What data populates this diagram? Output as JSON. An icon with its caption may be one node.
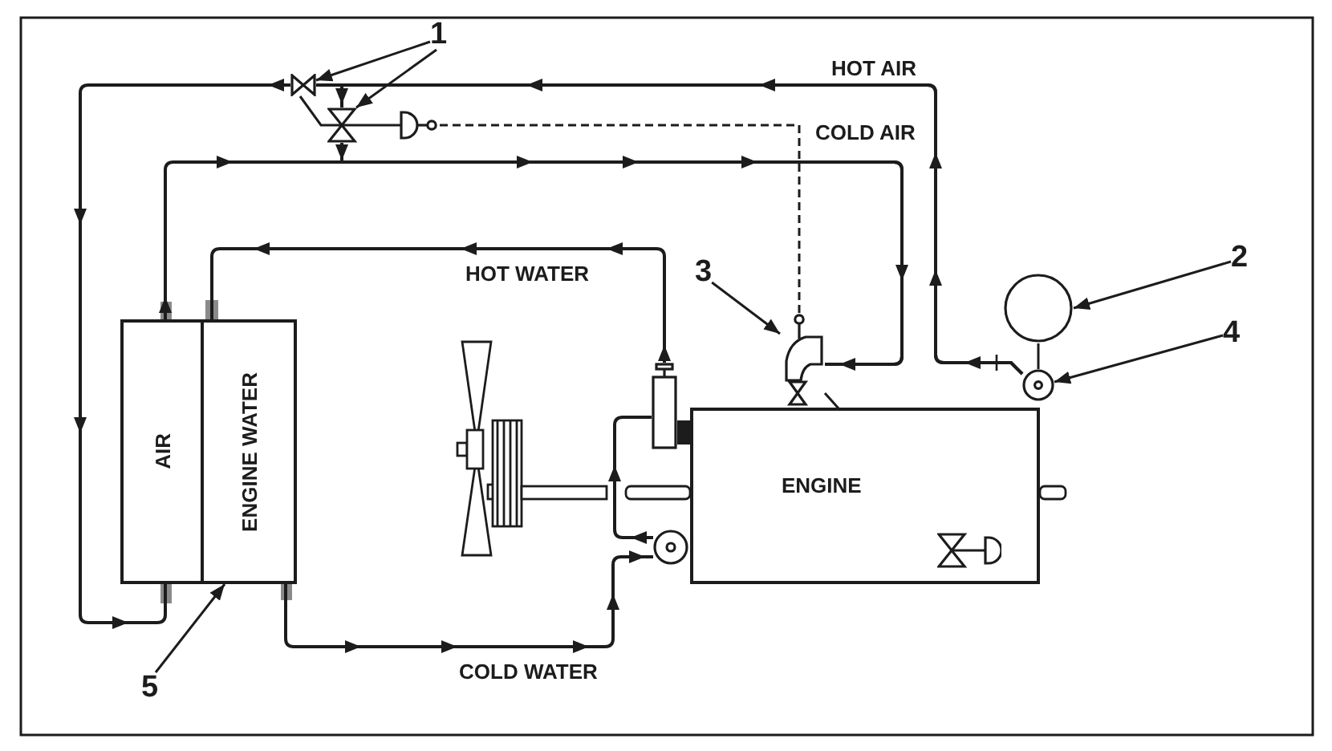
{
  "diagram": {
    "nodes": [
      {
        "text": [
          "1"
        ]
      },
      {
        "text": [],
        "shape": "valve"
      },
      {
        "text": [],
        "shape": "valve"
      },
      {
        "text": [
          "2"
        ]
      },
      {
        "text": [],
        "shape": "circle"
      },
      {
        "text": [
          "3"
        ]
      },
      {
        "text": [],
        "shape": "picture"
      },
      {
        "text": [
          "4"
        ]
      },
      {
        "text": [],
        "shape": "circle"
      },
      {
        "text": [],
        "shape": "box"
      },
      {
        "text": [
          "AIR"
        ],
        "in": 9
      },
      {
        "text": [
          "ENGINE WATER"
        ],
        "in": 9
      },
      {
        "text": [],
        "shape": "box"
      },
      {
        "text": [
          "ENGINE"
        ]
      },
      {
        "text": [],
        "shape": "valve",
        "in": 13
      },
      {
        "text": [],
        "shape": "circle"
      },
      {
        "text": [
          "5"
        ]
      }
    ],
    "edges": [
      {
        "from": 8,
        "to": 1,
        "arrow": "to",
        "label": "HOT AIR"
      },
      {
        "from": 1,
        "to": 10,
        "arrow": "to"
      },
      {
        "from": 8,
        "to": 2,
        "arrow": "to"
      },
      {
        "from": 10,
        "to": 6,
        "arrow": "to",
        "label": "COLD AIR"
      },
      {
        "from": 2,
        "to": 6,
        "arrow": "to"
      },
      {
        "from": 1,
        "to": 2,
        "arrow": "none"
      },
      {
        "from": 2,
        "to": 6,
        "arrow": "none",
        "style": "dashed"
      },
      {
        "from": 12,
        "to": 11,
        "arrow": "to",
        "label": "HOT WATER"
      },
      {
        "from": 11,
        "to": 15,
        "arrow": "to",
        "label": "COLD WATER"
      },
      {
        "from": 15,
        "to": 12,
        "arrow": "to"
      },
      {
        "from": 4,
        "to": 8,
        "arrow": "none"
      },
      {
        "from": 6,
        "to": 14,
        "arrow": "none"
      },
      {
        "from": 0,
        "to": 1,
        "arrow": "to"
      },
      {
        "from": 0,
        "to": 2,
        "arrow": "to"
      },
      {
        "from": 3,
        "to": 4,
        "arrow": "to"
      },
      {
        "from": 5,
        "to": 6,
        "arrow": "to"
      },
      {
        "from": 7,
        "to": 8,
        "arrow": "to"
      },
      {
        "from": 16,
        "to": 9,
        "arrow": "to"
      }
    ]
  }
}
